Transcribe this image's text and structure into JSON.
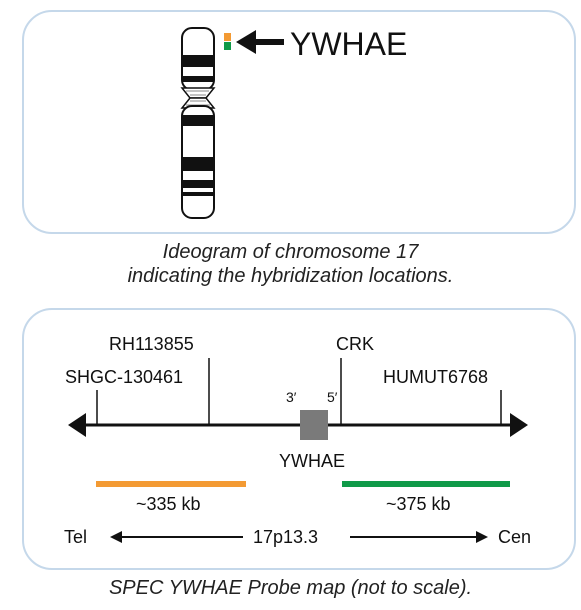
{
  "ideogram": {
    "gene_label": "YWHAE",
    "caption_line1": "Ideogram of chromosome 17",
    "caption_line2": "indicating the hybridization locations."
  },
  "probe_map": {
    "markers": {
      "shgc": "SHGC-130461",
      "rh": "RH113855",
      "crk": "CRK",
      "humut": "HUMUT6768"
    },
    "end_3": "3′",
    "end_5": "5′",
    "gene_label": "YWHAE",
    "orange_size": "~335 kb",
    "green_size": "~375 kb",
    "tel": "Tel",
    "cen": "Cen",
    "band": "17p13.3",
    "caption": "SPEC YWHAE Probe map (not to scale)."
  },
  "colors": {
    "orange_probe": "#f39a33",
    "green_probe": "#0f9a48",
    "gene_box": "#7a7a7a",
    "panel_border": "#c5d8ea"
  }
}
